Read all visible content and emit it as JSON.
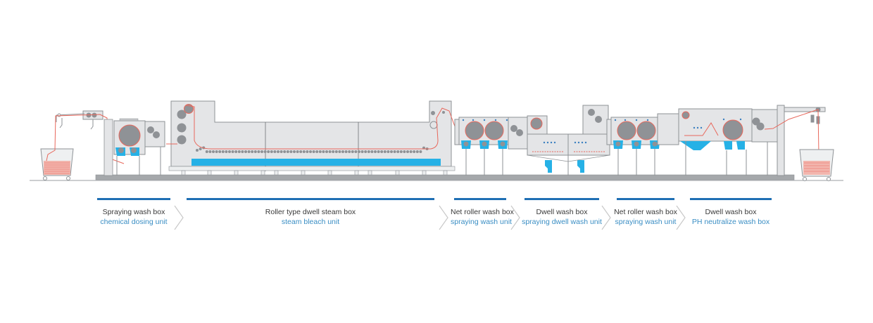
{
  "diagram": {
    "title": "Continuous pretreatment (scouring & bleaching) line",
    "colors": {
      "machine_fill": "#e4e5e7",
      "machine_stroke": "#8e9296",
      "roller": "#8f9296",
      "fabric_path": "#e8685c",
      "liquor": "#26b1e6",
      "stage_bar": "#1f6fb4",
      "stage_subtitle": "#3a8ec4",
      "stage_title": "#3a3a3a",
      "chevron": "#c8c8c8",
      "fabric_pile": "#f2b6ae"
    },
    "stages": [
      {
        "title": "Spraying wash box",
        "subtitle": "chemical dosing unit"
      },
      {
        "title": "Roller type dwell steam box",
        "subtitle": "steam bleach unit"
      },
      {
        "title": "Net roller wash box",
        "subtitle": "spraying wash unit"
      },
      {
        "title": "Dwell wash box",
        "subtitle": "spraying dwell wash unit"
      },
      {
        "title": "Net roller wash box",
        "subtitle": "spraying wash unit"
      },
      {
        "title": "Dwell wash box",
        "subtitle": "PH neutralize wash box"
      }
    ]
  }
}
